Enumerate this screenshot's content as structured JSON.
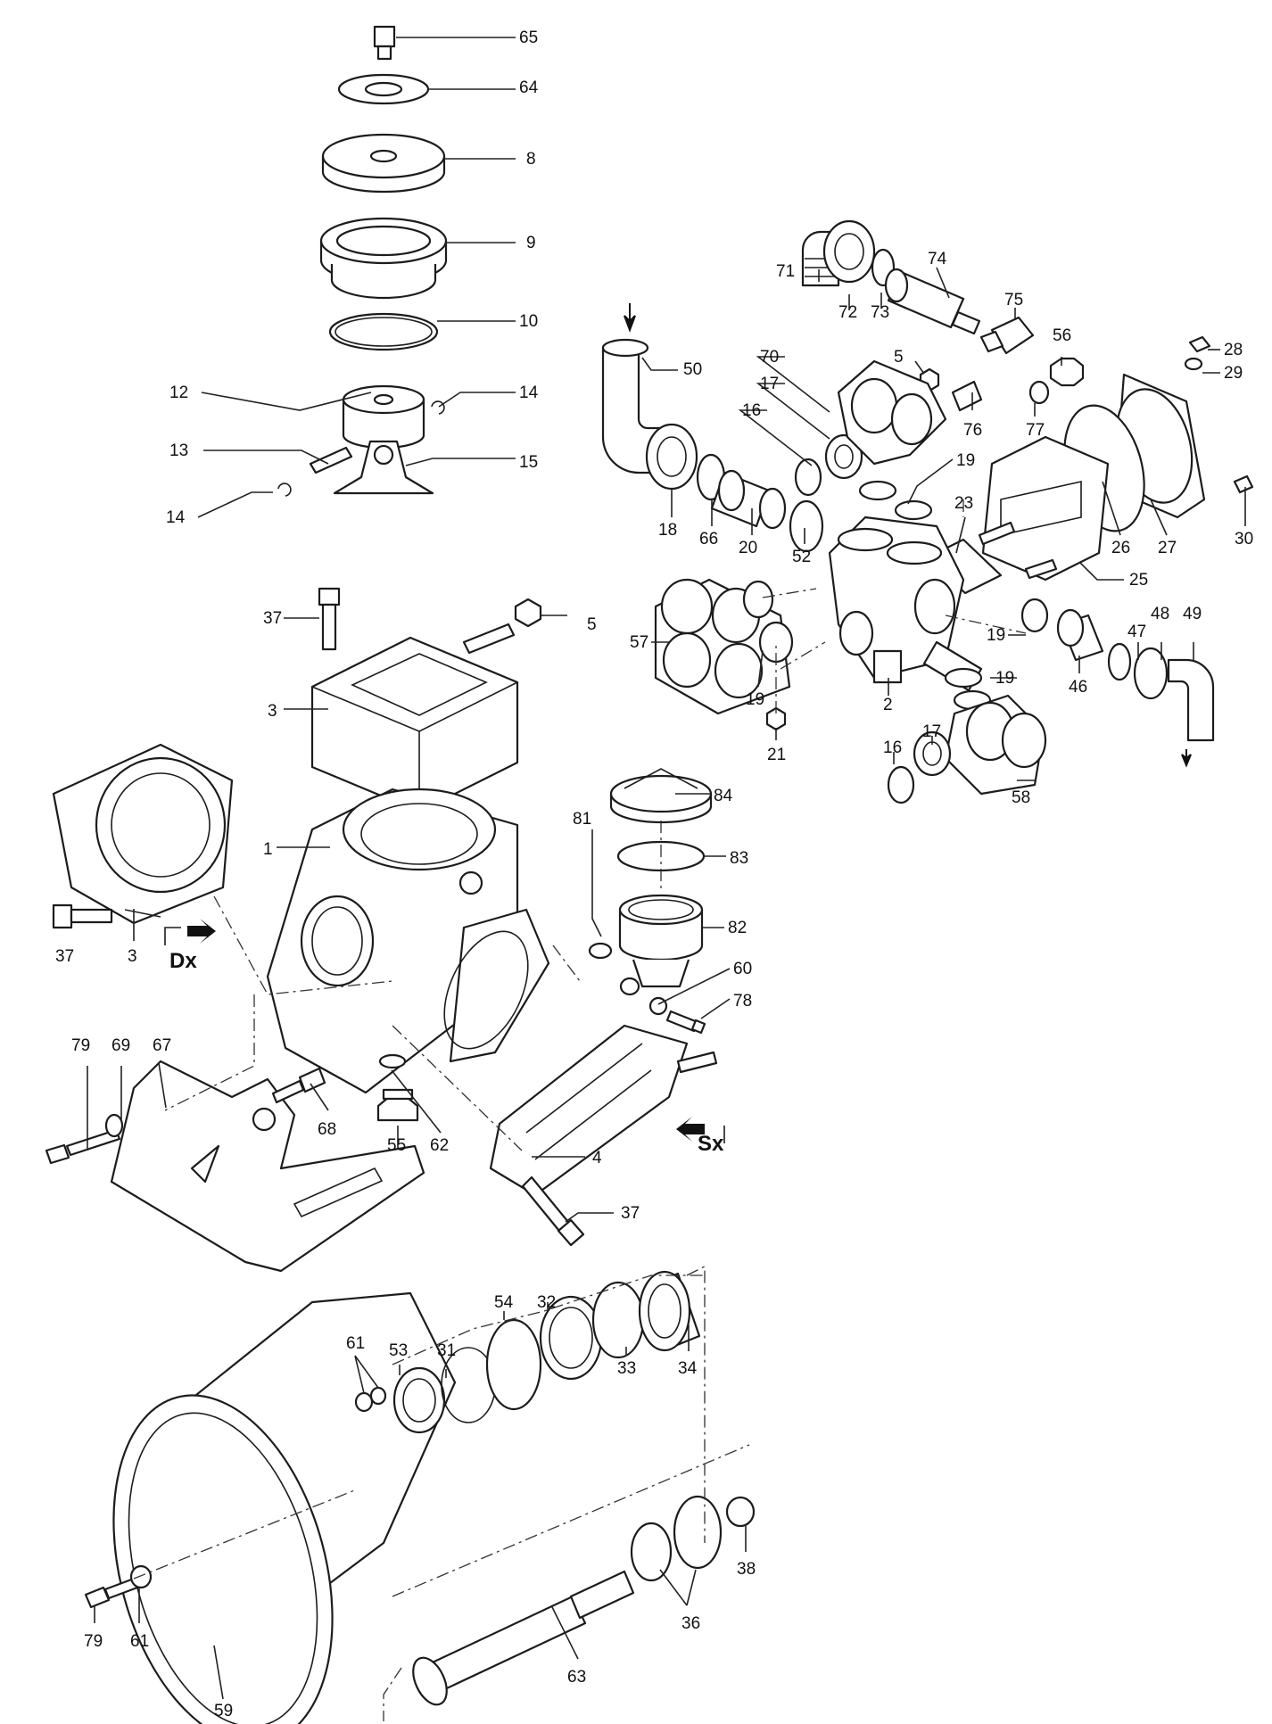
{
  "diagram": {
    "markers": {
      "dx": "Dx",
      "sx": "Sx"
    },
    "labels": [
      "65",
      "64",
      "8",
      "9",
      "10",
      "12",
      "14",
      "13",
      "15",
      "14",
      "37",
      "5",
      "3",
      "1",
      "37",
      "3",
      "79",
      "69",
      "67",
      "68",
      "55",
      "62",
      "4",
      "37",
      "71",
      "72",
      "73",
      "74",
      "75",
      "56",
      "50",
      "70",
      "17",
      "16",
      "5",
      "76",
      "77",
      "28",
      "29",
      "18",
      "66",
      "20",
      "52",
      "19",
      "23",
      "26",
      "27",
      "30",
      "25",
      "57",
      "19",
      "19",
      "47",
      "48",
      "49",
      "46",
      "19",
      "2",
      "21",
      "16",
      "17",
      "58",
      "84",
      "81",
      "83",
      "82",
      "60",
      "78",
      "61",
      "53",
      "31",
      "54",
      "32",
      "33",
      "34",
      "38",
      "36",
      "79",
      "61",
      "63",
      "59"
    ]
  }
}
